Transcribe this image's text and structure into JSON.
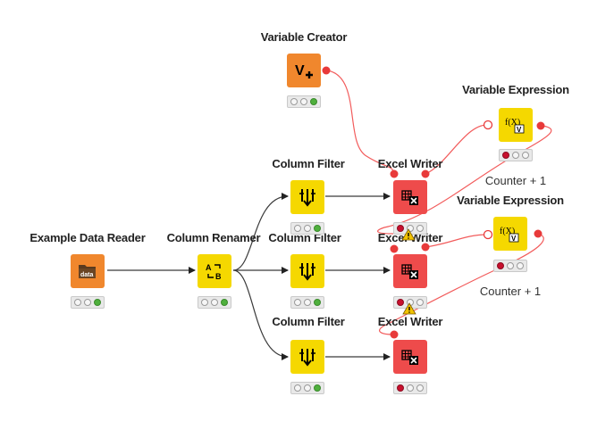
{
  "nodes": {
    "variable_creator": {
      "label": "Variable Creator",
      "status": [
        "off",
        "off",
        "green"
      ],
      "color": "#f0872d"
    },
    "example_data_reader": {
      "label": "Example Data Reader",
      "status": [
        "off",
        "off",
        "green"
      ],
      "color": "#f0872d",
      "icon_text": "data"
    },
    "column_renamer": {
      "label": "Column Renamer",
      "status": [
        "off",
        "off",
        "green"
      ],
      "color": "#f5d800"
    },
    "column_filter_1": {
      "label": "Column Filter",
      "status": [
        "off",
        "off",
        "green"
      ],
      "color": "#f5d800"
    },
    "column_filter_2": {
      "label": "Column Filter",
      "status": [
        "off",
        "off",
        "green"
      ],
      "color": "#f5d800"
    },
    "column_filter_3": {
      "label": "Column Filter",
      "status": [
        "off",
        "off",
        "green"
      ],
      "color": "#f5d800"
    },
    "excel_writer_1": {
      "label": "Excel Writer",
      "status": [
        "red",
        "off",
        "off"
      ],
      "color": "#ee4b4b"
    },
    "excel_writer_2": {
      "label": "Excel Writer",
      "status": [
        "red",
        "off",
        "off"
      ],
      "color": "#ee4b4b"
    },
    "excel_writer_3": {
      "label": "Excel Writer",
      "status": [
        "red",
        "off",
        "off"
      ],
      "color": "#ee4b4b"
    },
    "variable_expression_1": {
      "label": "Variable Expression",
      "sublabel": "Counter + 1",
      "status": [
        "red",
        "off",
        "off"
      ],
      "color": "#f5d800"
    },
    "variable_expression_2": {
      "label": "Variable Expression",
      "sublabel": "Counter + 1",
      "status": [
        "red",
        "off",
        "off"
      ],
      "color": "#f5d800"
    }
  },
  "colors": {
    "data_edge": "#3a3a3a",
    "flow_var_edge": "#f25c5c",
    "flow_var_port": "#e83a3a",
    "warning": "#f2c300"
  }
}
